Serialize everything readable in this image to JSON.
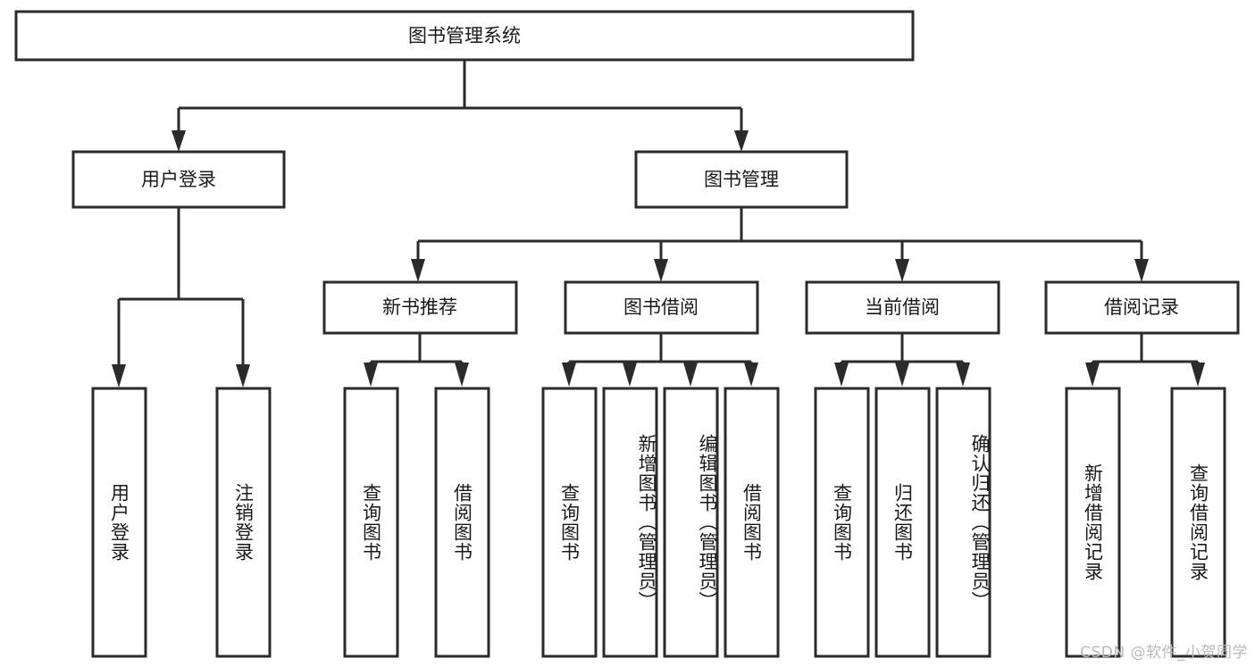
{
  "diagram": {
    "type": "tree-hierarchy-flowchart",
    "title": "图书管理系统",
    "orientation": "top-down",
    "box_fill": "#ffffff",
    "box_stroke": "#2b2b2b",
    "text_color": "#1a1a1a",
    "levels": {
      "root": {
        "label": "图书管理系统"
      },
      "level2": [
        {
          "label": "用户登录"
        },
        {
          "label": "图书管理"
        }
      ],
      "level3": [
        {
          "label": "新书推荐"
        },
        {
          "label": "图书借阅"
        },
        {
          "label": "当前借阅"
        },
        {
          "label": "借阅记录"
        }
      ],
      "leaves": {
        "user_login": [
          {
            "label": "用户登录"
          },
          {
            "label": "注销登录"
          }
        ],
        "new_book_recommend": [
          {
            "label": "查询图书"
          },
          {
            "label": "借阅图书"
          }
        ],
        "book_borrow": [
          {
            "label": "查询图书"
          },
          {
            "label": "新增图书（管理员）"
          },
          {
            "label": "编辑图书（管理员）"
          },
          {
            "label": "借阅图书"
          }
        ],
        "current_borrow": [
          {
            "label": "查询图书"
          },
          {
            "label": "归还图书"
          },
          {
            "label": "确认归还（管理员）"
          }
        ],
        "borrow_records": [
          {
            "label": "新增借阅记录"
          },
          {
            "label": "查询借阅记录"
          }
        ]
      }
    }
  },
  "watermark": {
    "text": "CSDN @软件_小贺同学"
  }
}
